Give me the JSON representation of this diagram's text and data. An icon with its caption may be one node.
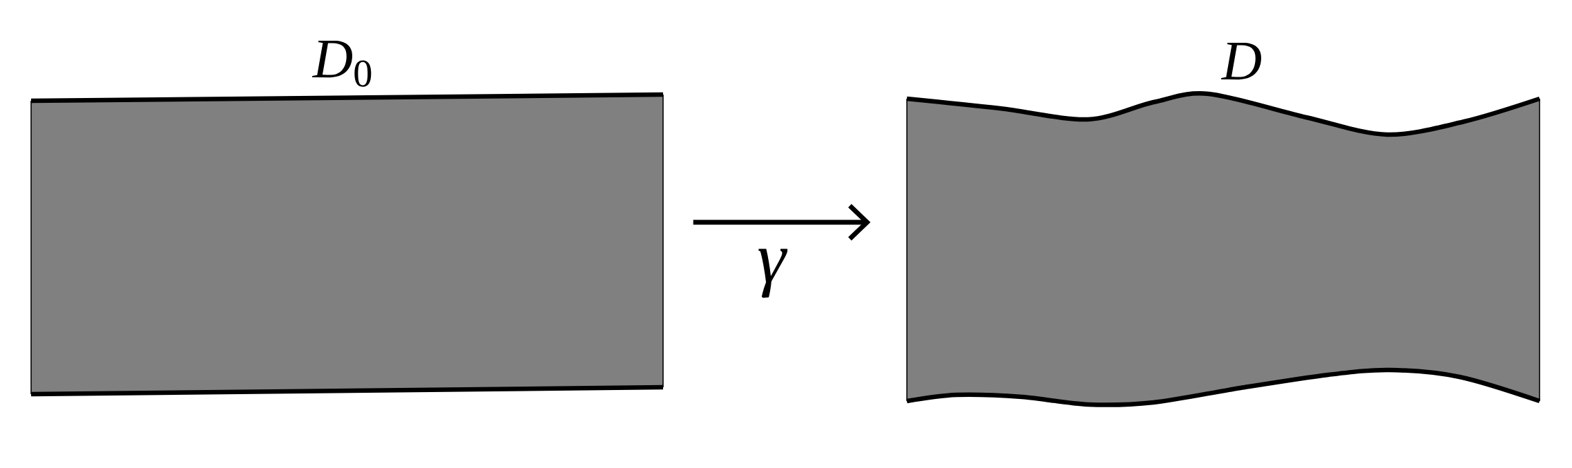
{
  "diagram": {
    "nodes": [
      {
        "text": [
          "*D*$_{0}$"
        ]
      },
      {
        "text": [
          "D"
        ]
      }
    ],
    "edges": [
      {
        "from": 0,
        "to": 1,
        "arrow": "to",
        "label": "γ"
      }
    ]
  }
}
